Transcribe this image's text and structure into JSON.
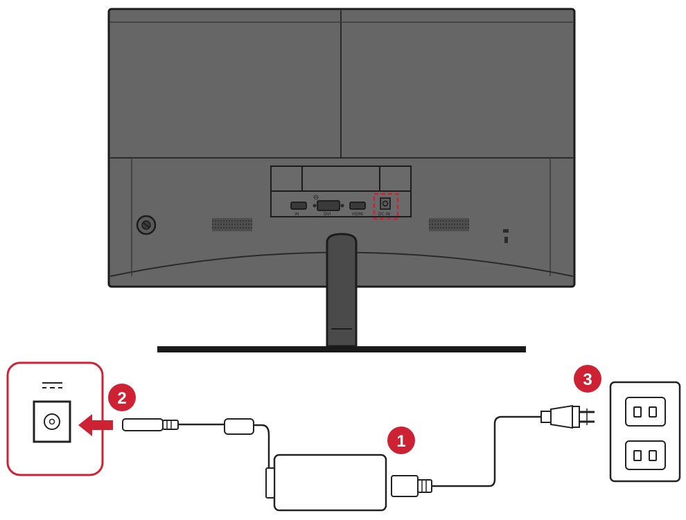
{
  "diagram": {
    "ports": [
      {
        "id": "hdmi1",
        "label": "IN"
      },
      {
        "id": "dvi",
        "label": "DVI"
      },
      {
        "id": "hdmi2",
        "label": "HDMI"
      },
      {
        "id": "dc_in",
        "label": "DC IN"
      }
    ],
    "steps": [
      {
        "number": "1",
        "target": "power-adapter"
      },
      {
        "number": "2",
        "target": "dc-in-jack"
      },
      {
        "number": "3",
        "target": "wall-outlet"
      }
    ],
    "colors": {
      "monitor_body": "#666666",
      "monitor_outline": "#1c1c1c",
      "accent": "#cc2233",
      "line": "#222222",
      "background": "#ffffff"
    },
    "icons": {
      "dc_symbol": "dc-power-symbol-icon",
      "arrow": "arrow-left-icon",
      "lock": "kensington-lock-icon"
    }
  }
}
